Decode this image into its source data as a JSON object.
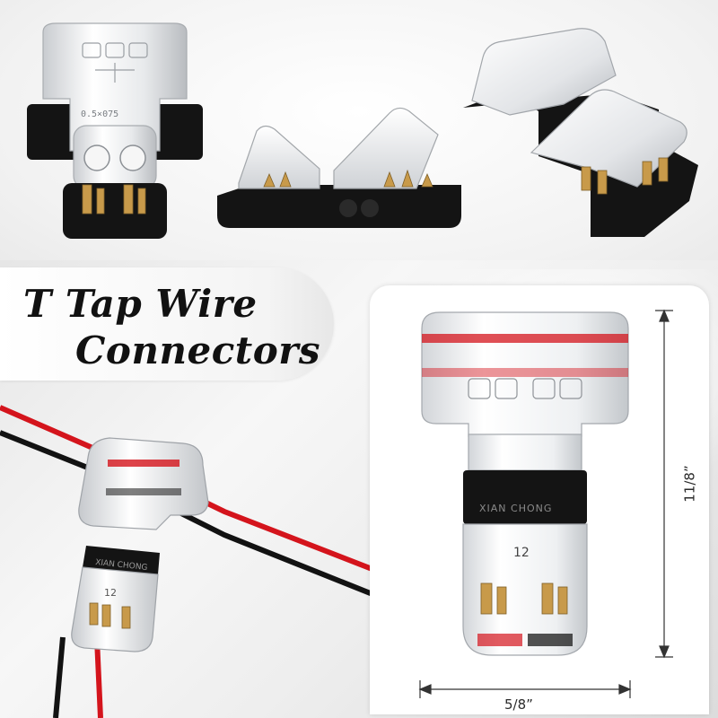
{
  "title": {
    "line1": "T Tap Wire",
    "line2": "Connectors"
  },
  "dimensions": {
    "height_label": "11/8”",
    "width_label": "5/8”"
  },
  "imprints": {
    "brand": "XIAN CHONG",
    "rating": "0.5×075",
    "code": "12"
  },
  "colors": {
    "wire_red": "#d4141c",
    "wire_black": "#121212",
    "housing_black": "#141414",
    "contact_brass": "#c89a4a",
    "dimension_line": "#333333"
  }
}
